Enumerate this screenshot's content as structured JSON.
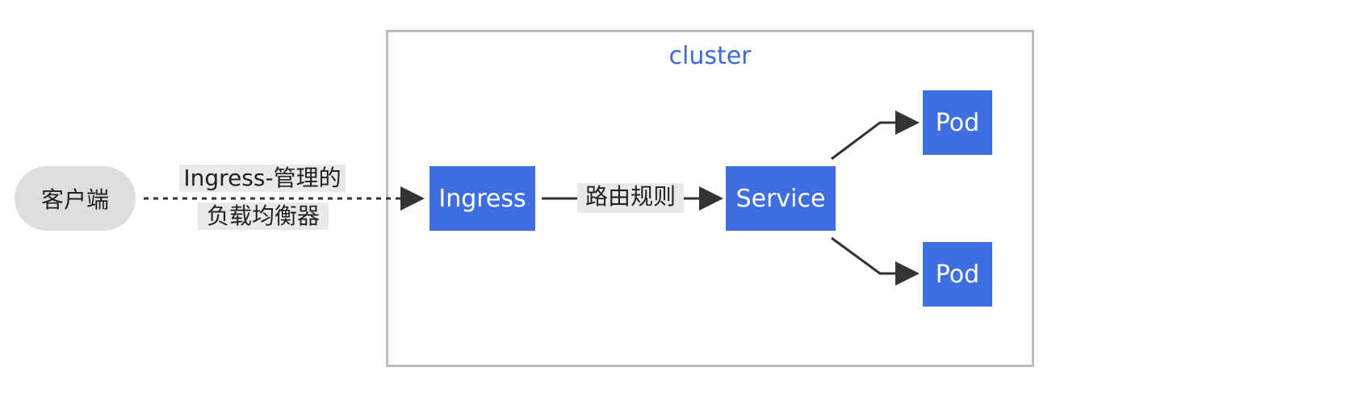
{
  "diagram": {
    "cluster": {
      "label": "cluster"
    },
    "nodes": {
      "client": "客户端",
      "ingress": "Ingress",
      "service": "Service",
      "pod_top": "Pod",
      "pod_bottom": "Pod"
    },
    "edges": {
      "client_to_ingress_line1": "Ingress-管理的",
      "client_to_ingress_line2": "负载均衡器",
      "ingress_to_service": "路由规则"
    },
    "colors": {
      "node_blue": "#3f6ee0",
      "cluster_label": "#3b69d8",
      "client_bg": "#dedede",
      "edge_label_bg": "#e9e9e9",
      "cluster_border": "#bdbdbd",
      "edge_line": "#333333"
    }
  }
}
